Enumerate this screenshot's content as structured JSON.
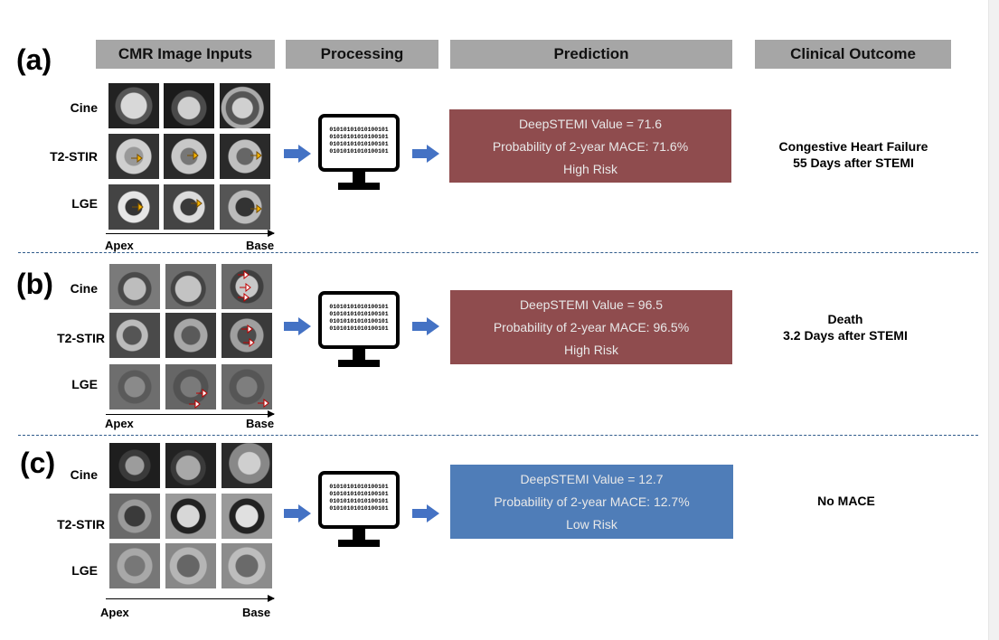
{
  "headers": {
    "inputs": "CMR Image Inputs",
    "processing": "Processing",
    "prediction": "Prediction",
    "outcome": "Clinical Outcome"
  },
  "row_labels": {
    "cine": "Cine",
    "t2": "T2-STIR",
    "lge": "LGE"
  },
  "axis": {
    "start": "Apex",
    "end": "Base"
  },
  "binary_code": [
    "01010101010100101",
    "01010101010100101",
    "01010101010100101",
    "01010101010100101"
  ],
  "colors": {
    "high_risk": "#8f4c4e",
    "low_risk": "#4f7db8",
    "header_bg": "#a6a6a6",
    "arrow": "#4472c4",
    "divider": "#2e5a8a"
  },
  "panels": [
    {
      "label": "(a)",
      "value_line": "DeepSTEMI Value = 71.6",
      "prob_line": "Probability of 2-year MACE: 71.6%",
      "risk_line": "High Risk",
      "risk": "high",
      "outcome_line1": "Congestive Heart Failure",
      "outcome_line2": "55 Days after STEMI"
    },
    {
      "label": "(b)",
      "value_line": "DeepSTEMI Value = 96.5",
      "prob_line": "Probability of 2-year MACE: 96.5%",
      "risk_line": "High Risk",
      "risk": "high",
      "outcome_line1": "Death",
      "outcome_line2": "3.2 Days after STEMI"
    },
    {
      "label": "(c)",
      "value_line": "DeepSTEMI Value = 12.7",
      "prob_line": "Probability of 2-year MACE: 12.7%",
      "risk_line": "Low Risk",
      "risk": "low",
      "outcome_line1": "No MACE",
      "outcome_line2": ""
    }
  ]
}
